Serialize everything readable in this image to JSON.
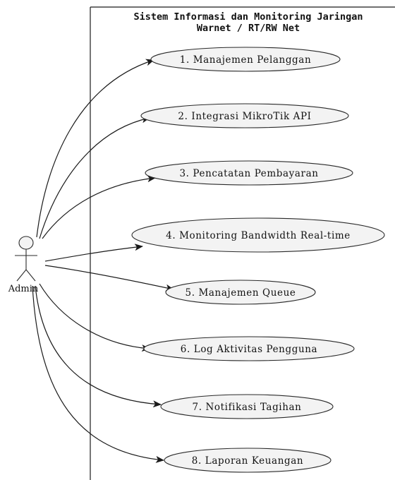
{
  "system": {
    "title_line1": "Sistem Informasi dan Monitoring Jaringan",
    "title_line2": "Warnet / RT/RW Net"
  },
  "actor": {
    "label": "Admin"
  },
  "use_cases": [
    {
      "label": "1. Manajemen Pelanggan"
    },
    {
      "label": "2. Integrasi MikroTik API"
    },
    {
      "label": "3. Pencatatan Pembayaran"
    },
    {
      "label": "4. Monitoring Bandwidth Real-time"
    },
    {
      "label": "5. Manajemen Queue"
    },
    {
      "label": "6. Log Aktivitas Pengguna"
    },
    {
      "label": "7. Notifikasi Tagihan"
    },
    {
      "label": "8. Laporan Keuangan"
    }
  ]
}
